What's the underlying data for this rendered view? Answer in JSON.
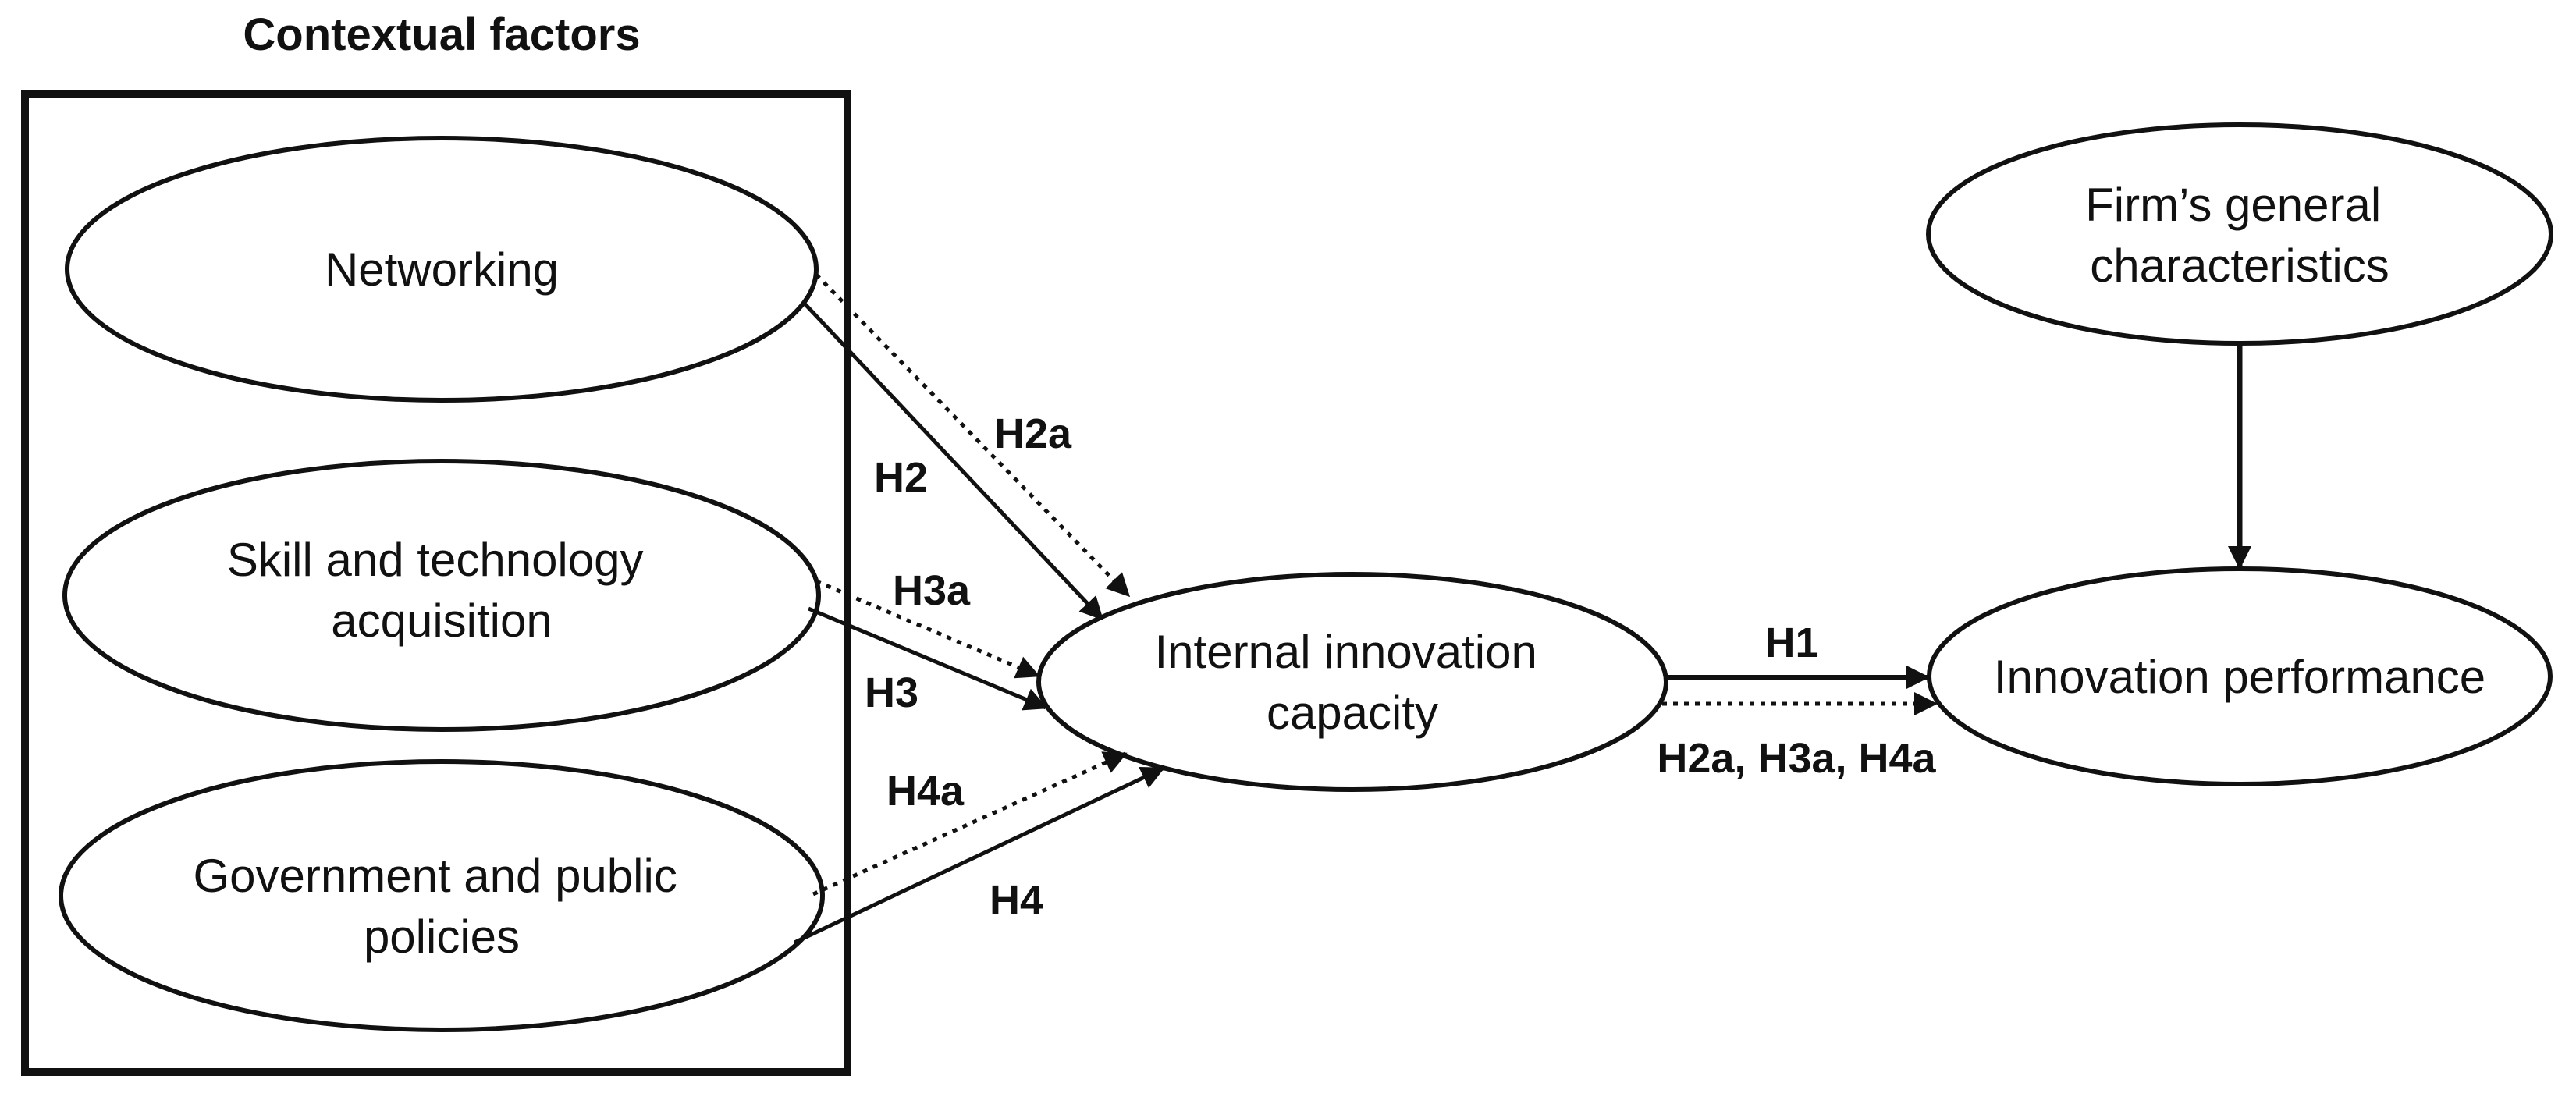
{
  "title": "Contextual factors",
  "colors": {
    "stroke": "#111111",
    "background": "#ffffff"
  },
  "nodes": {
    "networking": {
      "lines": [
        "Networking"
      ]
    },
    "skill": {
      "lines": [
        "Skill and technology",
        "acquisition"
      ]
    },
    "government": {
      "lines": [
        "Government and public",
        "policies"
      ]
    },
    "internal": {
      "lines": [
        "Internal innovation",
        "capacity"
      ]
    },
    "firm": {
      "lines": [
        "Firm’s general",
        "characteristics"
      ]
    },
    "performance": {
      "lines": [
        "Innovation performance"
      ]
    }
  },
  "hypotheses": {
    "h2a": "H2a",
    "h2": "H2",
    "h3a": "H3a",
    "h3": "H3",
    "h4a": "H4a",
    "h4": "H4",
    "h1": "H1",
    "mediation": "H2a, H3a, H4a"
  },
  "edges": [
    {
      "from": "networking",
      "to": "internal",
      "style": "solid",
      "label": "H2"
    },
    {
      "from": "networking",
      "to": "internal",
      "style": "dotted",
      "label": "H2a"
    },
    {
      "from": "skill",
      "to": "internal",
      "style": "solid",
      "label": "H3"
    },
    {
      "from": "skill",
      "to": "internal",
      "style": "dotted",
      "label": "H3a"
    },
    {
      "from": "government",
      "to": "internal",
      "style": "solid",
      "label": "H4"
    },
    {
      "from": "government",
      "to": "internal",
      "style": "dotted",
      "label": "H4a"
    },
    {
      "from": "internal",
      "to": "performance",
      "style": "solid",
      "label": "H1"
    },
    {
      "from": "internal",
      "to": "performance",
      "style": "dotted",
      "label": "H2a, H3a, H4a"
    },
    {
      "from": "firm",
      "to": "performance",
      "style": "solid",
      "label": ""
    }
  ]
}
